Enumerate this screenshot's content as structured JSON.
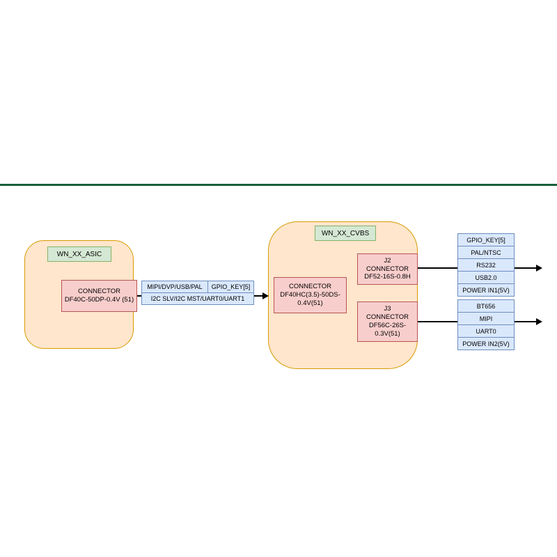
{
  "diagram": {
    "asic": {
      "title": "WN_XX_ASIC",
      "connector_line1": "CONNECTOR",
      "connector_line2": "DF40C-50DP-0.4V (51)"
    },
    "bus": {
      "row1_left": "MIPI/DVP/USB/PAL",
      "row1_right": "GPIO_KEY[5]",
      "row2": "I2C SLV/I2C MST/UART0/UART1"
    },
    "cvbs": {
      "title": "WN_XX_CVBS",
      "connector_line1": "CONNECTOR",
      "connector_line2": "DF40HC(3.5)-50DS-",
      "connector_line3": "0.4V(51)",
      "j2_line1": "J2",
      "j2_line2": "CONNECTOR",
      "j2_line3": "DF52-16S-0.8H",
      "j3_line1": "J3",
      "j3_line2": "CONNECTOR",
      "j3_line3": "DF56C-26S-",
      "j3_line4": "0.3V(51)"
    },
    "j2_signals": [
      "GPIO_KEY[5]",
      "PAL/NTSC",
      "RS232",
      "USB2.0",
      "POWER IN1(5V)"
    ],
    "j3_signals": [
      "BT656",
      "MIPI",
      "UART0",
      "POWER IN2(5V)"
    ],
    "colors": {
      "module_fill": "#ffe6cc",
      "module_border": "#d79b00",
      "tag_fill": "#d5e8d4",
      "tag_border": "#82b366",
      "connector_fill": "#f8cecc",
      "connector_border": "#b85450",
      "signal_fill": "#dae8fc",
      "signal_border": "#6c8ebf",
      "divider": "#15603c",
      "line": "#000000"
    }
  }
}
